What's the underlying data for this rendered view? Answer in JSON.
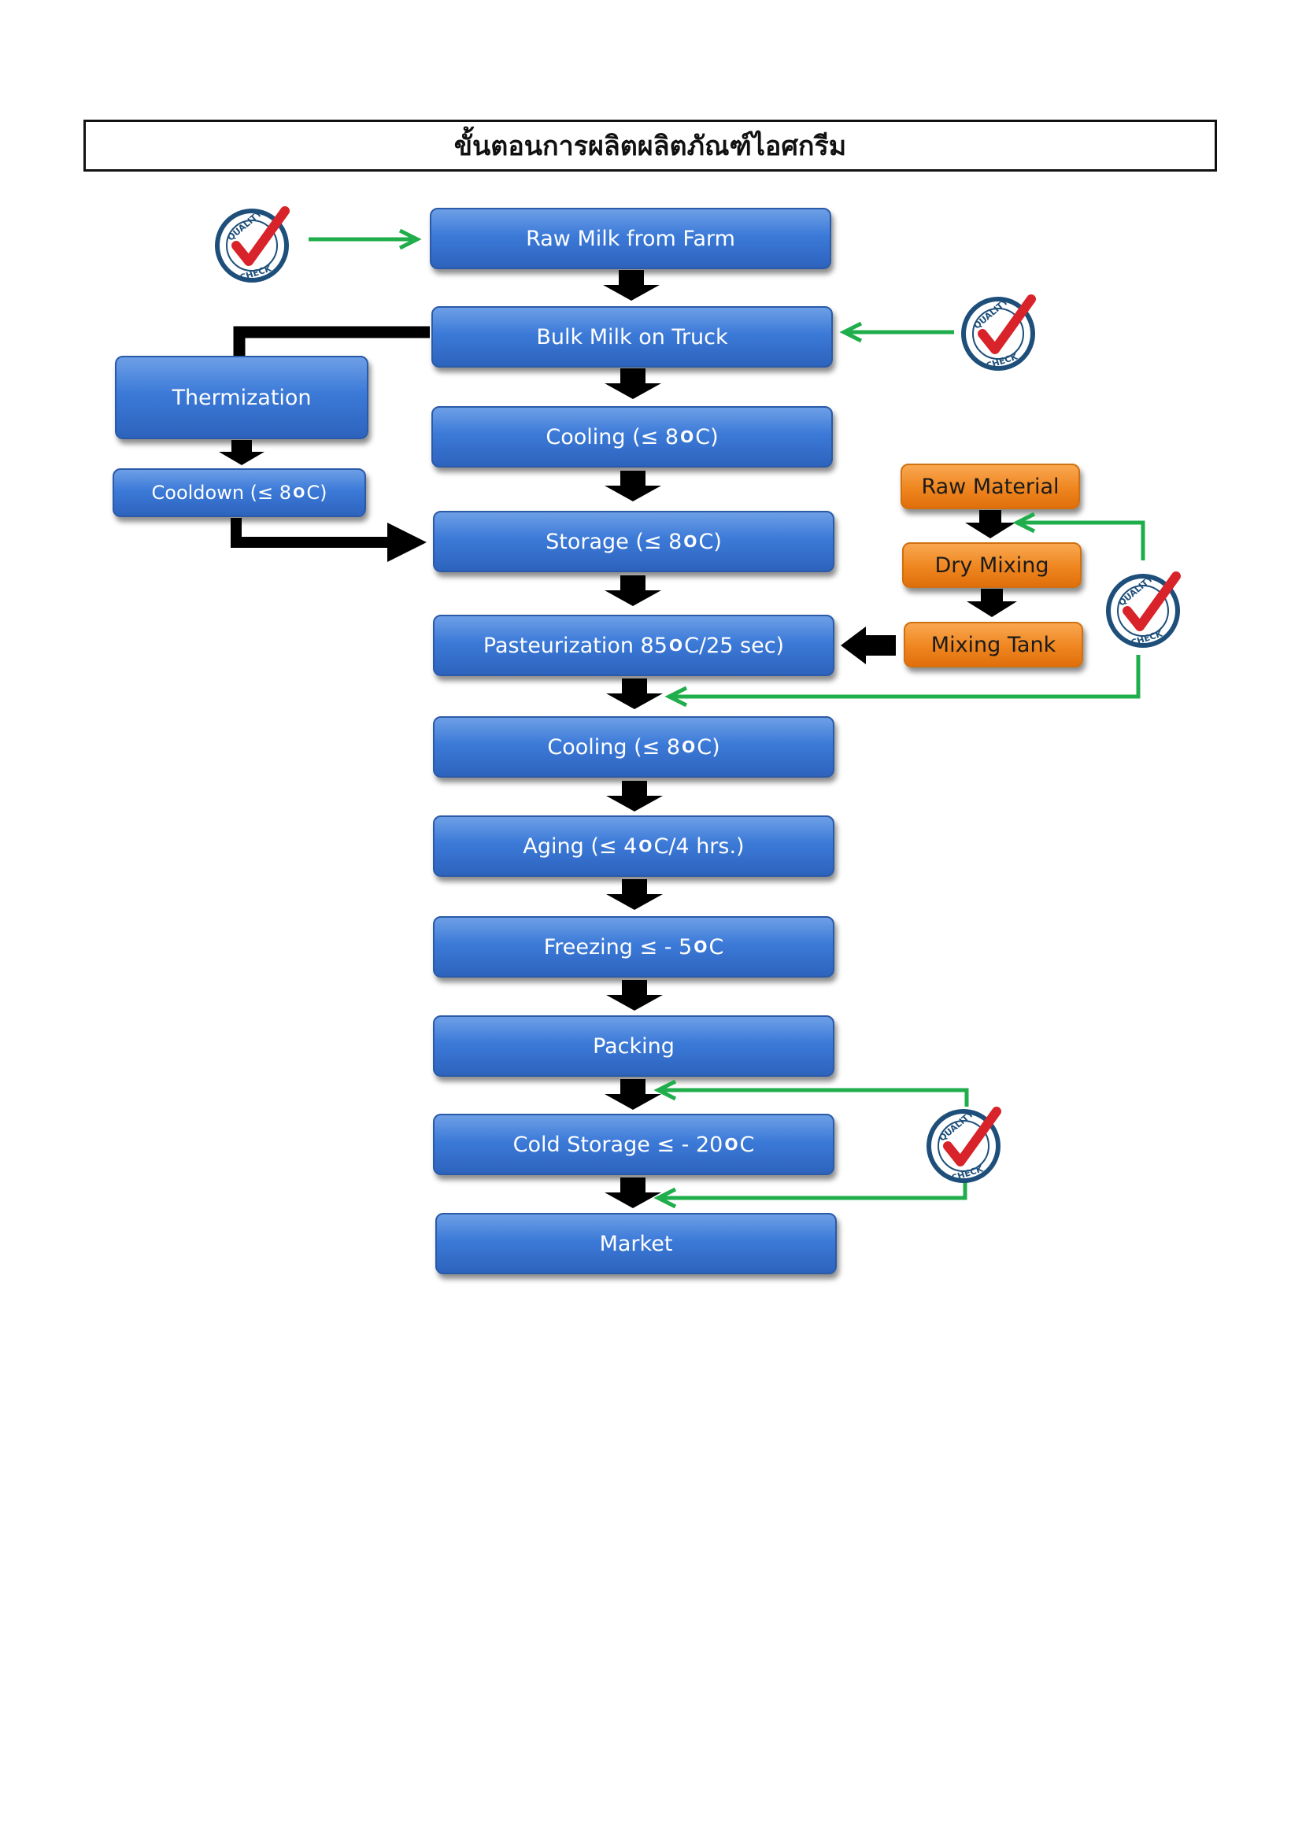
{
  "title": "ขั้นตอนการผลิตผลิตภัณฑ์ไอศกรีม",
  "steps": {
    "raw_milk": "Raw Milk from Farm",
    "bulk_milk": "Bulk Milk on Truck",
    "thermization": "Thermization",
    "cooldown_a": "Cooldown (≤ 8 ",
    "cooldown_b": "C)",
    "cooling1_a": "Cooling (≤ 8 ",
    "cooling1_b": "C)",
    "storage_a": "Storage (≤ 8 ",
    "storage_b": "C)",
    "past_a": "Pasteurization 85 ",
    "past_b": "C/25 sec)",
    "cooling2_a": "Cooling (≤ 8 ",
    "cooling2_b": "C)",
    "aging_a": "Aging (≤ 4 ",
    "aging_b": "C/4 hrs.)",
    "freezing_a": "Freezing ≤ - 5 ",
    "freezing_b": "C",
    "packing": "Packing",
    "cold_a": "Cold Storage  ≤ - 20 ",
    "cold_b": "C",
    "market": "Market"
  },
  "ingredients": {
    "raw_material": "Raw Material",
    "dry_mixing": "Dry Mixing",
    "mixing_tank": "Mixing Tank"
  },
  "degree_symbol": "O",
  "qc_badge": {
    "top": "QUALITY",
    "bottom": "CHECK",
    "icon": "checkmark-icon"
  },
  "colors": {
    "blue": "#3c7ad8",
    "orange": "#ef861f",
    "green": "#1fae4b",
    "check_red": "#d8232a",
    "badge_navy": "#1d4f7a"
  }
}
